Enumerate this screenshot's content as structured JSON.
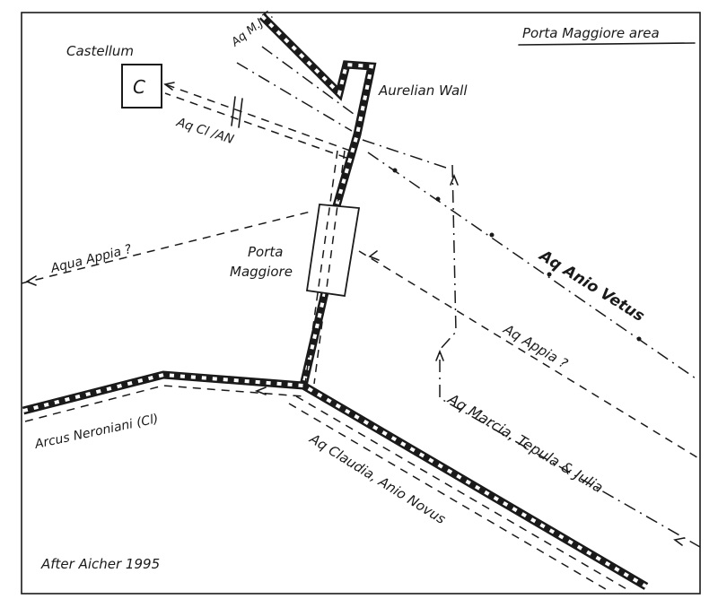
{
  "title": "Porta Maggiore area",
  "credit": "After Aicher 1995",
  "labels": {
    "castellum": "Castellum",
    "castellum_letter": "C",
    "aq_mjt": "Aq M.J.T.",
    "aurelian_wall": "Aurelian Wall",
    "aq_cl_an": "Aq Cl /AN",
    "porta_line1": "Porta",
    "porta_line2": "Maggiore",
    "aqua_appia_left": "Aqua Appia ?",
    "aq_anio_vetus": "Aq Anio Vetus",
    "aq_appia_right": "Aq Appia ?",
    "aq_marcia": "Aq Marcia, Tepula & Julia",
    "arcus_neroniani": "Arcus Neroniani (Cl)",
    "aq_claudia": "Aq Claudia, Anio Novus"
  },
  "colors": {
    "ink": "#1a1a1a",
    "paper": "#ffffff"
  }
}
